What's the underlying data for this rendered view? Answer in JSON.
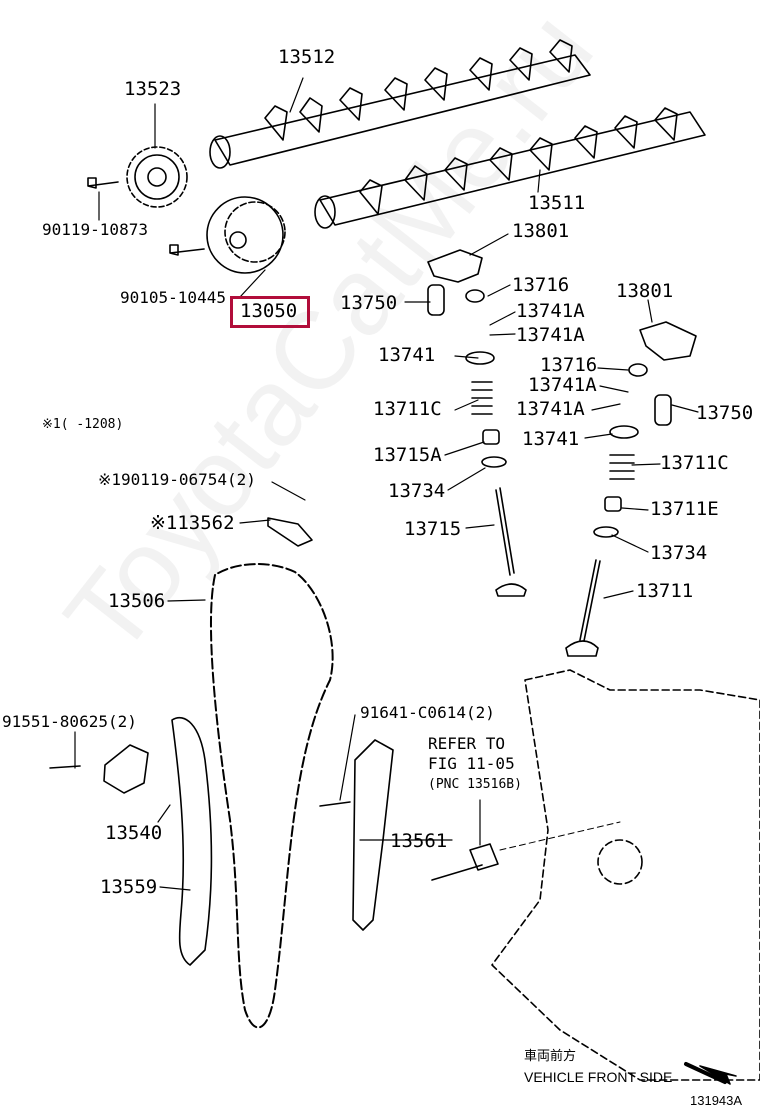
{
  "labels": {
    "p13512": "13512",
    "p13523": "13523",
    "p13511": "13511",
    "p90119_10873": "90119-10873",
    "p13801_a": "13801",
    "p90105_10445": "90105-10445",
    "p13716_a": "13716",
    "p13750_a": "13750",
    "p13050": "13050",
    "p13741A_a": "13741A",
    "p13741A_b": "13741A",
    "p13801_b": "13801",
    "p13741_a": "13741",
    "p13716_b": "13716",
    "p13741A_c": "13741A",
    "p13711C_a": "13711C",
    "p13741A_d": "13741A",
    "p13750_b": "13750",
    "note_range": "※1(    -1208)",
    "p13741_b": "13741",
    "p13715A": "13715A",
    "p13711C_b": "13711C",
    "p90119_06754": "※190119-06754(2)",
    "p13734_a": "13734",
    "p13711E": "13711E",
    "p13562": "※113562",
    "p13715": "13715",
    "p13734_b": "13734",
    "p13506": "13506",
    "p13711": "13711",
    "p91551": "91551-80625(2)",
    "p91641": "91641-C0614(2)",
    "refer_1": "REFER TO",
    "refer_2": "FIG 11-05",
    "refer_3": "(PNC 13516B)",
    "p13540": "13540",
    "p13561": "13561",
    "p13559": "13559",
    "front_jp": "車両前方",
    "front_en": "VEHICLE FRONT SIDE",
    "figure_code": "131943A",
    "watermark": "ToyotaCatMe.ru"
  },
  "highlight_color": "#b10d3a"
}
